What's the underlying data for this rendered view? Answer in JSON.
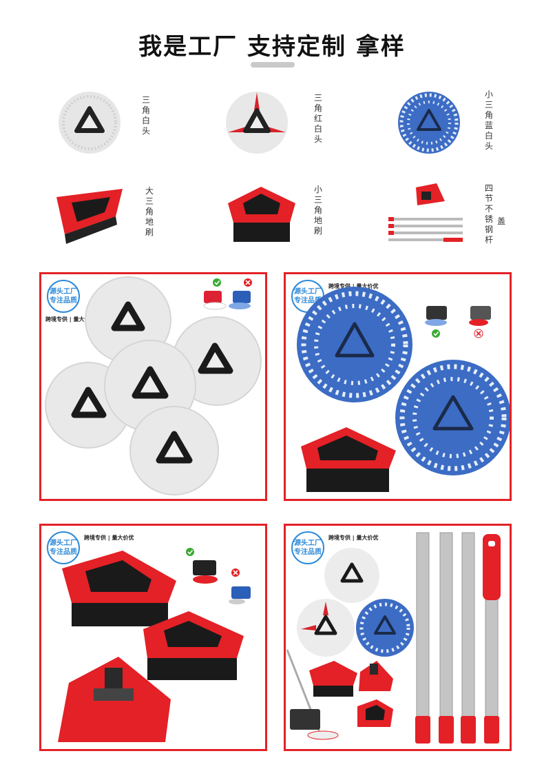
{
  "header": {
    "title": "我是工厂 支持定制 拿样"
  },
  "products": [
    {
      "label": "三角白头"
    },
    {
      "label": "三角红白头"
    },
    {
      "label": "小三角蓝白头"
    },
    {
      "label": "大三角地刷"
    },
    {
      "label": "小三角地刷"
    },
    {
      "label": "四节不锈钢杆",
      "extra": "盖"
    }
  ],
  "panels": [
    {
      "badge_line1": "源头工厂",
      "badge_line2": "专注品质",
      "tagline": "跨境专供 | 量大价优"
    },
    {
      "badge_line1": "源头工厂",
      "badge_line2": "专注品质",
      "tagline": "跨境专供 | 量大价优"
    },
    {
      "badge_line1": "源头工厂",
      "badge_line2": "专注品质",
      "tagline": "跨境专供 | 量大价优"
    },
    {
      "badge_line1": "源头工厂",
      "badge_line2": "专注品质",
      "tagline": "跨境专供 | 量大价优"
    }
  ],
  "colors": {
    "brand_red": "#e32126",
    "mop_white": "#e6e6e6",
    "mop_blue": "#3c6cc4",
    "badge_blue": "#2e8ad8"
  },
  "icons": [
    "check-icon",
    "cross-icon"
  ]
}
